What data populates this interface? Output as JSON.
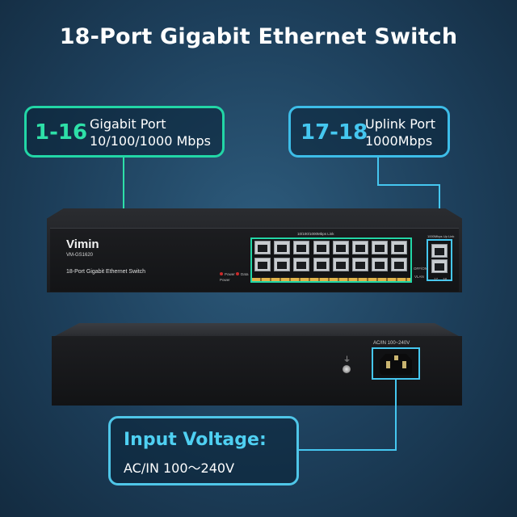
{
  "title": "18-Port Gigabit Ethernet Switch",
  "callouts": {
    "gigabit": {
      "number": "1-16",
      "line1": "Gigabit Port",
      "line2": "10/100/1000 Mbps",
      "color": "#22d6a6"
    },
    "uplink": {
      "number": "17-18",
      "line1": "Uplink Port",
      "line2": "1000Mbps",
      "color": "#3dbde8"
    },
    "input": {
      "title": "Input Voltage:",
      "line": "AC/IN 100～240V",
      "color": "#4fc6e8"
    }
  },
  "device": {
    "brand": "Vimin",
    "model": "VM-GS1620",
    "description": "18-Port Gigabit Ethernet Switch",
    "port_block_label": "10/100/1000Mbps Link",
    "uplink_label": "1000Mbps Up Link",
    "led_power_label": "Power",
    "led_data_label": "Data",
    "led_power2_label": "Power",
    "vlan_label": "VLAN",
    "offon_label": "OFF/ON",
    "port17": "17",
    "port18": "18",
    "back_voltage_label": "AC/IN 100~240V"
  }
}
